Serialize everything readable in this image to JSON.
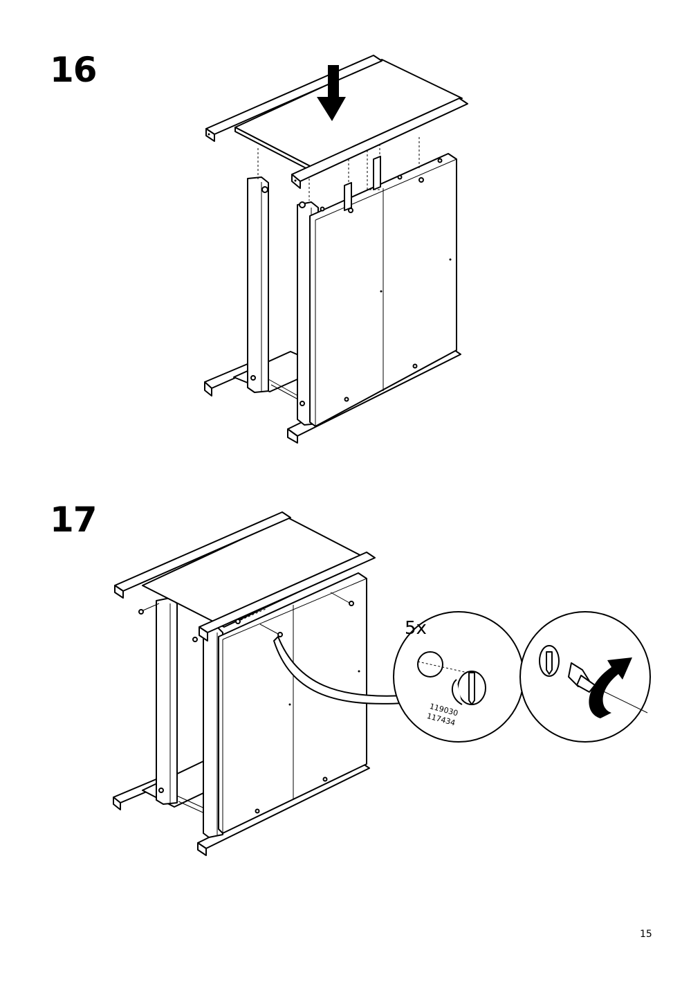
{
  "steps": [
    {
      "number": "16"
    },
    {
      "number": "17",
      "callout": {
        "quantity": "5x",
        "part_numbers": [
          "119030",
          "117434"
        ]
      }
    }
  ],
  "page_number": "15",
  "icons": [
    "down-arrow-icon",
    "rotate-arrow-icon",
    "cam-lock-icon",
    "screwdriver-icon"
  ]
}
